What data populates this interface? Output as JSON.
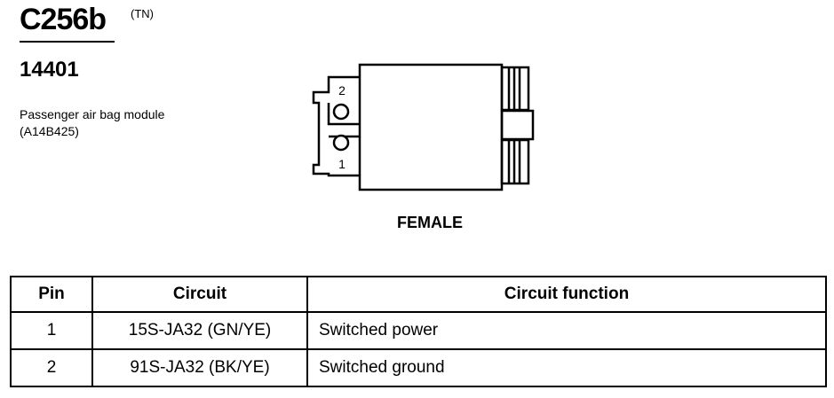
{
  "header": {
    "connector_id": "C256b",
    "tag": "(TN)",
    "part_number": "14401",
    "description": "Passenger air bag module (A14B425)"
  },
  "connector_view": {
    "pin_labels": [
      "2",
      "1"
    ],
    "gender_label": "FEMALE"
  },
  "pin_table": {
    "columns": [
      "Pin",
      "Circuit",
      "Circuit function"
    ],
    "rows": [
      {
        "pin": "1",
        "circuit": "15S-JA32 (GN/YE)",
        "function": "Switched power"
      },
      {
        "pin": "2",
        "circuit": "91S-JA32 (BK/YE)",
        "function": "Switched ground"
      }
    ]
  }
}
